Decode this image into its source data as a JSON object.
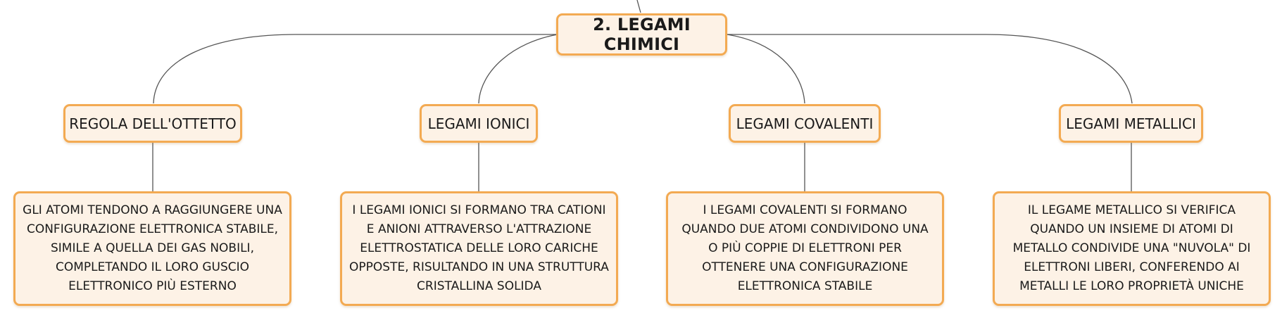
{
  "diagram": {
    "colors": {
      "node_fill": "#fdf2e6",
      "node_border": "#f3aa52",
      "connector": "#555555",
      "text": "#1a1a1a"
    },
    "root": {
      "label": "2. LEGAMI CHIMICI"
    },
    "branches": [
      {
        "topic": "REGOLA DELL'OTTETTO",
        "description": "GLI ATOMI TENDONO A RAGGIUNGERE UNA CONFIGURAZIONE ELETTRONICA STABILE, SIMILE A QUELLA DEI GAS NOBILI, COMPLETANDO IL LORO GUSCIO ELETTRONICO PIÙ ESTERNO"
      },
      {
        "topic": "LEGAMI IONICI",
        "description": "I LEGAMI IONICI SI FORMANO TRA CATIONI E ANIONI ATTRAVERSO L'ATTRAZIONE ELETTROSTATICA DELLE LORO CARICHE OPPOSTE, RISULTANDO IN UNA STRUTTURA CRISTALLINA SOLIDA"
      },
      {
        "topic": "LEGAMI COVALENTI",
        "description": "I LEGAMI COVALENTI SI FORMANO QUANDO DUE ATOMI CONDIVIDONO UNA O PIÙ COPPIE DI ELETTRONI PER OTTENERE UNA CONFIGURAZIONE ELETTRONICA STABILE"
      },
      {
        "topic": "LEGAMI METALLICI",
        "description": "IL LEGAME METALLICO SI VERIFICA QUANDO UN INSIEME DI ATOMI DI METALLO CONDIVIDE UNA \"NUVOLA\" DI ELETTRONI LIBERI, CONFERENDO AI METALLI LE LORO PROPRIETÀ UNICHE"
      }
    ]
  }
}
